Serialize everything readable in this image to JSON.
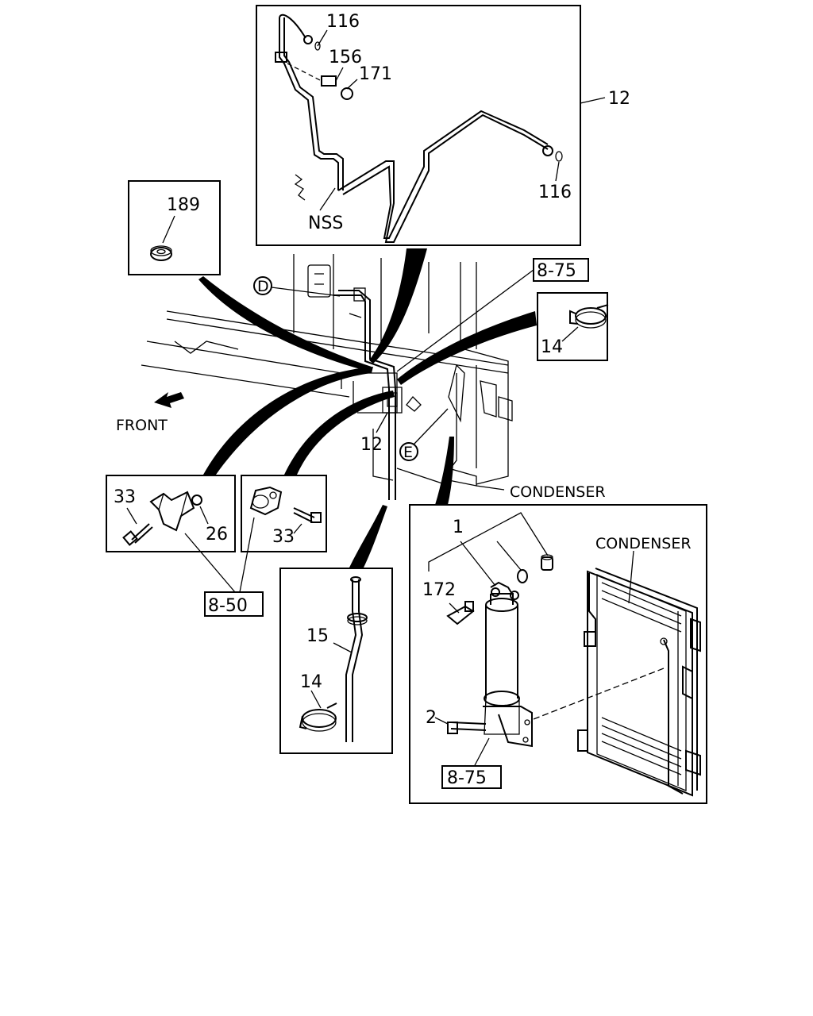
{
  "labels": {
    "pipe_top_116_a": "116",
    "pipe_156": "156",
    "pipe_171": "171",
    "pipe_12": "12",
    "pipe_116_b": "116",
    "pipe_nss": "NSS",
    "grommet_189": "189",
    "ref_d": "D",
    "ref_875_top": "8-75",
    "clamp_14_top": "14",
    "front": "FRONT",
    "main_12": "12",
    "ref_e": "E",
    "condenser_main": "CONDENSER",
    "bracket_33_left": "33",
    "bracket_26": "26",
    "bracket_33_right": "33",
    "ref_850": "8-50",
    "hose_15": "15",
    "clamp_14_lower": "14",
    "drier_1": "1",
    "switch_172": "172",
    "condenser_detail": "CONDENSER",
    "bolt_2": "2",
    "ref_875_bottom": "8-75"
  }
}
